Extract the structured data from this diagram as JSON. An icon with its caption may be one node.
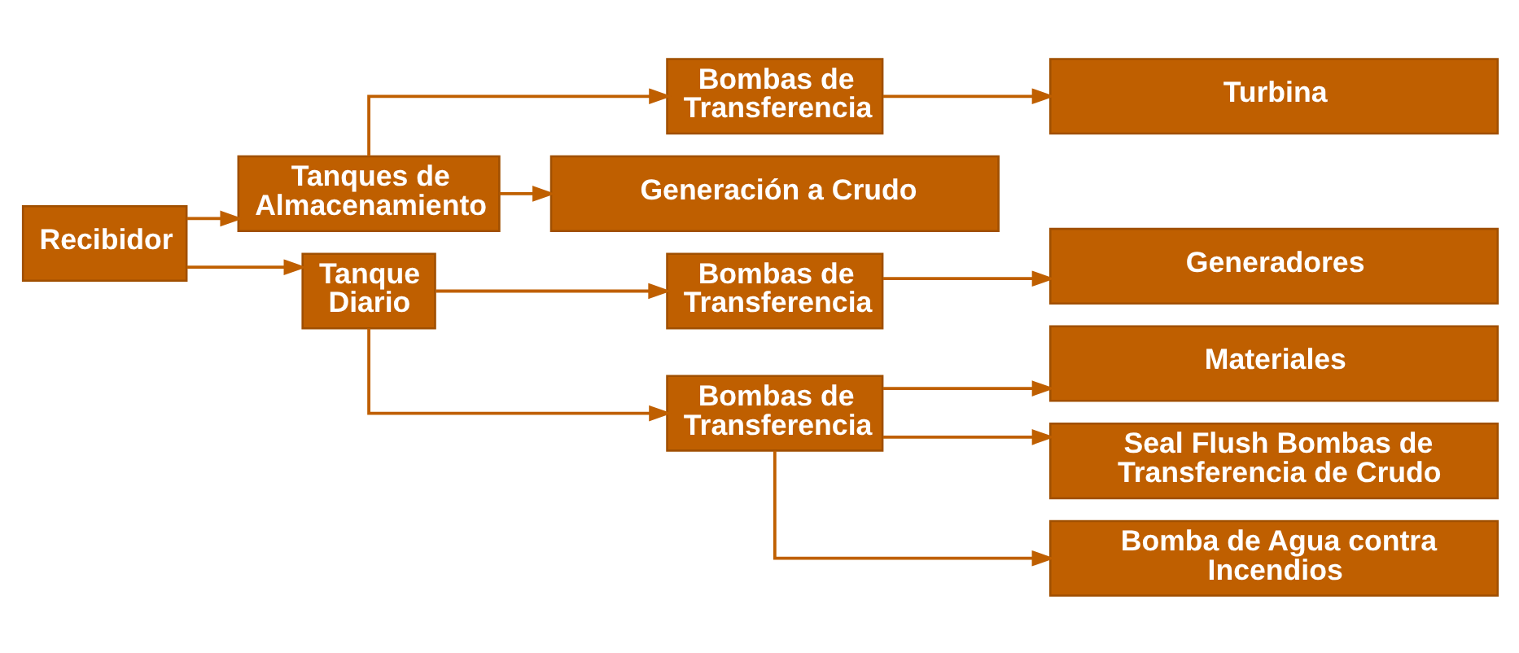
{
  "diagram": {
    "nodes": [
      {
        "text": [
          "Recibidor"
        ]
      },
      {
        "text": [
          "Tanques de Almacenamiento"
        ]
      },
      {
        "text": [
          "Tanque Diario"
        ]
      },
      {
        "text": [
          "Bombas de Transferencia"
        ]
      },
      {
        "text": [
          "Generación a Crudo"
        ]
      },
      {
        "text": [
          "Turbina"
        ]
      },
      {
        "text": [
          "Bombas de Transferencia"
        ]
      },
      {
        "text": [
          "Generadores"
        ]
      },
      {
        "text": [
          "Bombas de Transferencia"
        ]
      },
      {
        "text": [
          "Materiales"
        ]
      },
      {
        "text": [
          "Seal Flush Bombas de Transferencia de Crudo"
        ]
      },
      {
        "text": [
          "Bomba de Agua contra Incendios"
        ]
      }
    ],
    "edges": [
      {
        "from": 0,
        "to": 1,
        "arrow": "to"
      },
      {
        "from": 0,
        "to": 2,
        "arrow": "to"
      },
      {
        "from": 1,
        "to": 4,
        "arrow": "to"
      },
      {
        "from": 1,
        "to": 3,
        "arrow": "to"
      },
      {
        "from": 3,
        "to": 5,
        "arrow": "to"
      },
      {
        "from": 2,
        "to": 6,
        "arrow": "to"
      },
      {
        "from": 2,
        "to": 8,
        "arrow": "to"
      },
      {
        "from": 6,
        "to": 7,
        "arrow": "to"
      },
      {
        "from": 8,
        "to": 9,
        "arrow": "to"
      },
      {
        "from": 8,
        "to": 10,
        "arrow": "to"
      },
      {
        "from": 8,
        "to": 11,
        "arrow": "to"
      }
    ]
  }
}
